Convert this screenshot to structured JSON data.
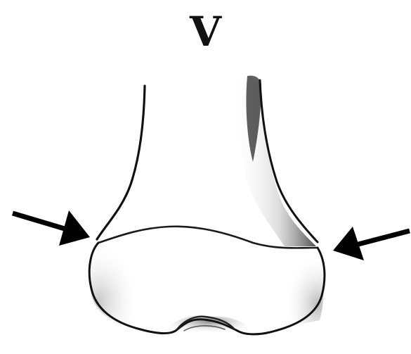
{
  "figure": {
    "panel_label": "V",
    "subject": "distal-femur-illustration",
    "arrows": [
      {
        "name": "left-arrow",
        "direction": "right"
      },
      {
        "name": "right-arrow",
        "direction": "left"
      }
    ],
    "colors": {
      "background": "#ffffff",
      "outline": "#111111",
      "shading": "#444444",
      "arrow": "#000000"
    }
  }
}
